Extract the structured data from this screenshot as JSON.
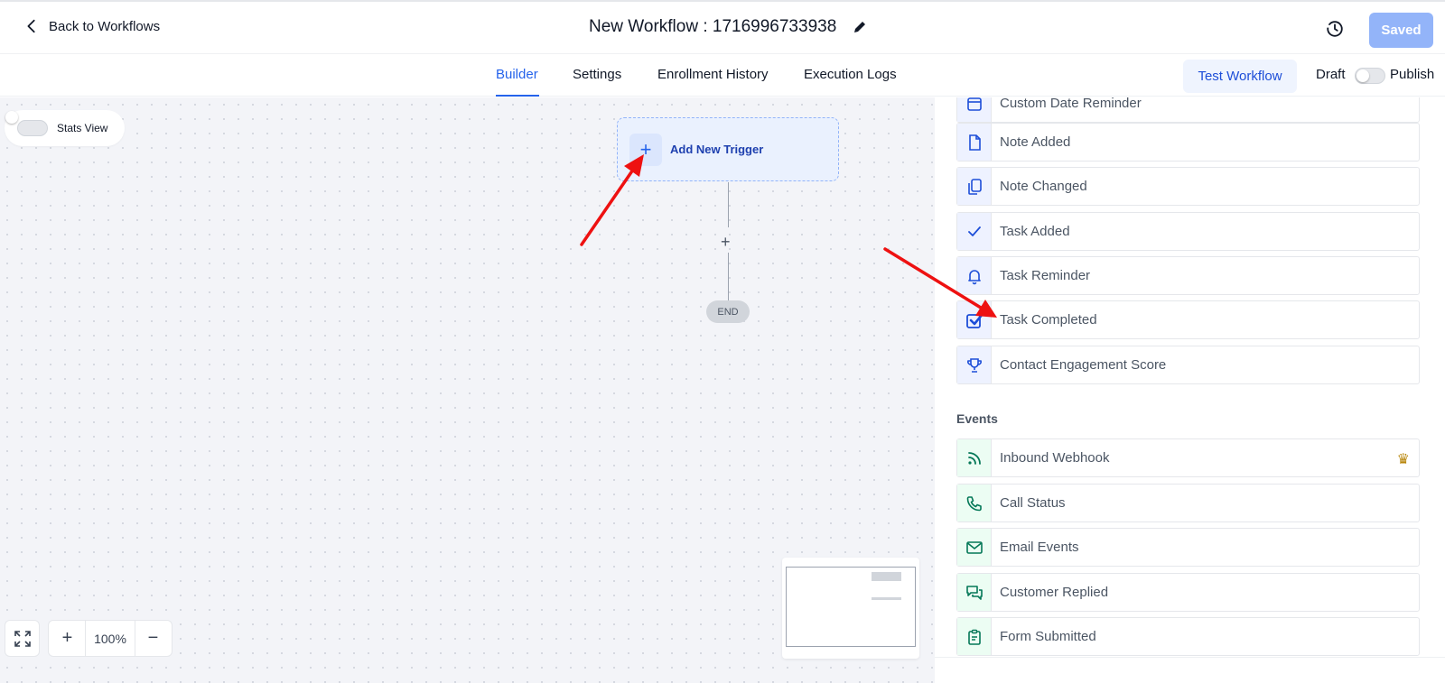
{
  "header": {
    "back_label": "Back to Workflows",
    "title": "New Workflow : 1716996733938",
    "saved_label": "Saved"
  },
  "tabs": [
    {
      "label": "Builder",
      "active": true
    },
    {
      "label": "Settings",
      "active": false
    },
    {
      "label": "Enrollment History",
      "active": false
    },
    {
      "label": "Execution Logs",
      "active": false
    }
  ],
  "actions": {
    "test_label": "Test Workflow",
    "draft_label": "Draft",
    "publish_label": "Publish"
  },
  "canvas": {
    "stats_label": "Stats View",
    "trigger_label": "Add New Trigger",
    "add_step_symbol": "+",
    "end_label": "END",
    "zoom_level": "100%"
  },
  "panel": {
    "items_top": [
      {
        "label": "Custom Date Reminder",
        "icon": "calendar-icon"
      },
      {
        "label": "Note Added",
        "icon": "document-icon"
      },
      {
        "label": "Note Changed",
        "icon": "copy-icon"
      },
      {
        "label": "Task Added",
        "icon": "check-icon"
      },
      {
        "label": "Task Reminder",
        "icon": "bell-icon"
      },
      {
        "label": "Task Completed",
        "icon": "checkbox-icon"
      },
      {
        "label": "Contact Engagement Score",
        "icon": "trophy-icon"
      }
    ],
    "events_heading": "Events",
    "events": [
      {
        "label": "Inbound Webhook",
        "icon": "rss-icon",
        "premium": true
      },
      {
        "label": "Call Status",
        "icon": "phone-icon"
      },
      {
        "label": "Email Events",
        "icon": "mail-icon"
      },
      {
        "label": "Customer Replied",
        "icon": "chat-icon"
      },
      {
        "label": "Form Submitted",
        "icon": "clipboard-icon"
      }
    ]
  },
  "colors": {
    "accent": "#2563eb",
    "saved_button": "#93b4f9",
    "annotation_arrow": "#ee1111"
  }
}
